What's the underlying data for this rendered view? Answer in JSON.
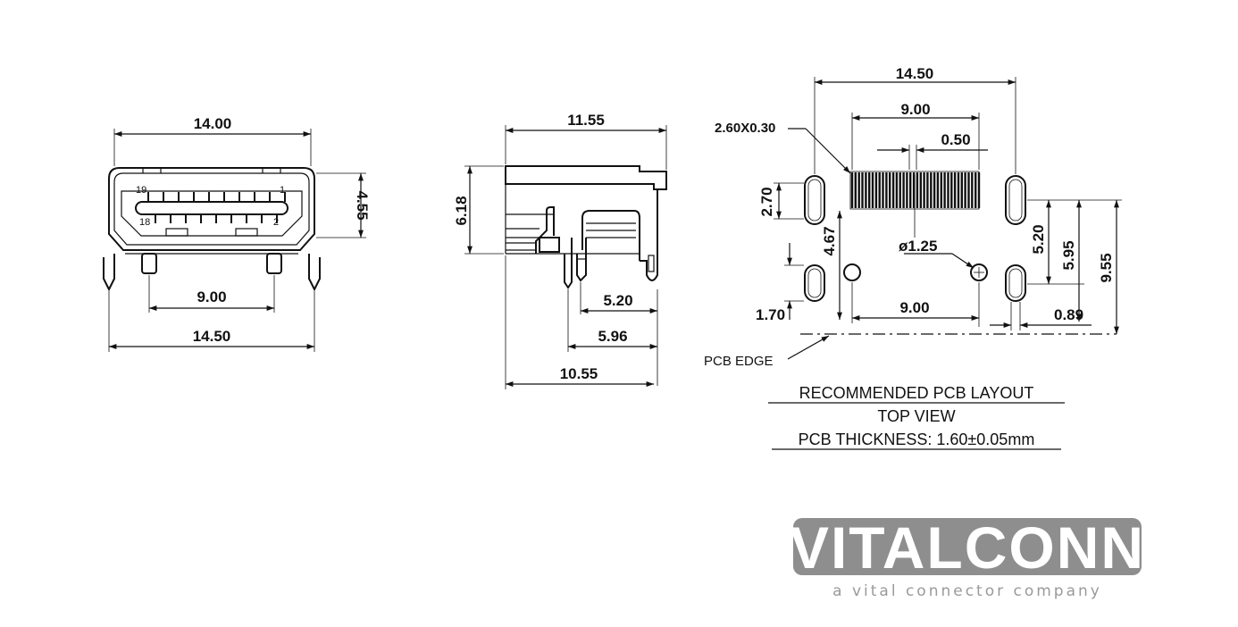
{
  "front_view": {
    "width_top": "14.00",
    "height_right": "4.55",
    "pin_pitch_bottom": "9.00",
    "width_bottom": "14.50",
    "pin_labels": {
      "top_left": "19",
      "top_right": "1",
      "bottom_left": "18",
      "bottom_right": "2"
    }
  },
  "side_view": {
    "length_top": "11.55",
    "height_left": "6.18",
    "dim_a": "5.20",
    "dim_b": "5.96",
    "length_bottom": "10.55"
  },
  "pcb_layout": {
    "overall_width": "14.50",
    "pad_span": "9.00",
    "pad_size": "2.60X0.30",
    "pad_pitch": "0.50",
    "slot_height": "2.70",
    "left_offset": "4.67",
    "hole_diameter": "ø1.25",
    "dim_520": "5.20",
    "dim_595": "5.95",
    "dim_955": "9.55",
    "small_slot": "1.70",
    "hole_span": "9.00",
    "edge_offset": "0.89",
    "pcb_edge_label": "PCB EDGE"
  },
  "caption": {
    "line1": "RECOMMENDED  PCB  LAYOUT",
    "line2": "TOP  VIEW",
    "line3": "PCB THICKNESS: 1.60±0.05mm"
  },
  "logo": {
    "name": "VITALCONN",
    "tagline": "a vital connector company"
  }
}
